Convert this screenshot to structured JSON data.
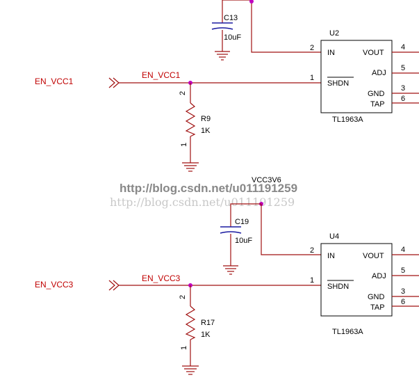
{
  "watermark": {
    "bold": "http://blog.csdn.net/u011191259",
    "light": "http://blog.csdn.net/u011191259"
  },
  "top_block": {
    "port_label": "EN_VCC1",
    "net_label": "EN_VCC1",
    "cap_ref": "C13",
    "cap_value": "10uF",
    "res_ref": "R9",
    "res_value": "1K",
    "res_pin_top": "2",
    "res_pin_bottom": "1",
    "ic_ref": "U2",
    "ic_part": "TL1963A",
    "pins": {
      "in": "IN",
      "in_num": "2",
      "shdn": "SHDN",
      "shdn_num": "1",
      "vout": "VOUT",
      "vout_num": "4",
      "adj": "ADJ",
      "adj_num": "5",
      "gnd": "GND",
      "gnd_num": "3",
      "tap": "TAP",
      "tap_num": "6"
    }
  },
  "bottom_block": {
    "port_label": "EN_VCC3",
    "net_label": "EN_VCC3",
    "supply_label": "VCC3V6",
    "cap_ref": "C19",
    "cap_value": "10uF",
    "res_ref": "R17",
    "res_value": "1K",
    "res_pin_top": "2",
    "res_pin_bottom": "1",
    "ic_ref": "U4",
    "ic_part": "TL1963A",
    "pins": {
      "in": "IN",
      "in_num": "2",
      "shdn": "SHDN",
      "shdn_num": "1",
      "vout": "VOUT",
      "vout_num": "4",
      "adj": "ADJ",
      "adj_num": "5",
      "gnd": "GND",
      "gnd_num": "3",
      "tap": "TAP",
      "tap_num": "6"
    }
  }
}
